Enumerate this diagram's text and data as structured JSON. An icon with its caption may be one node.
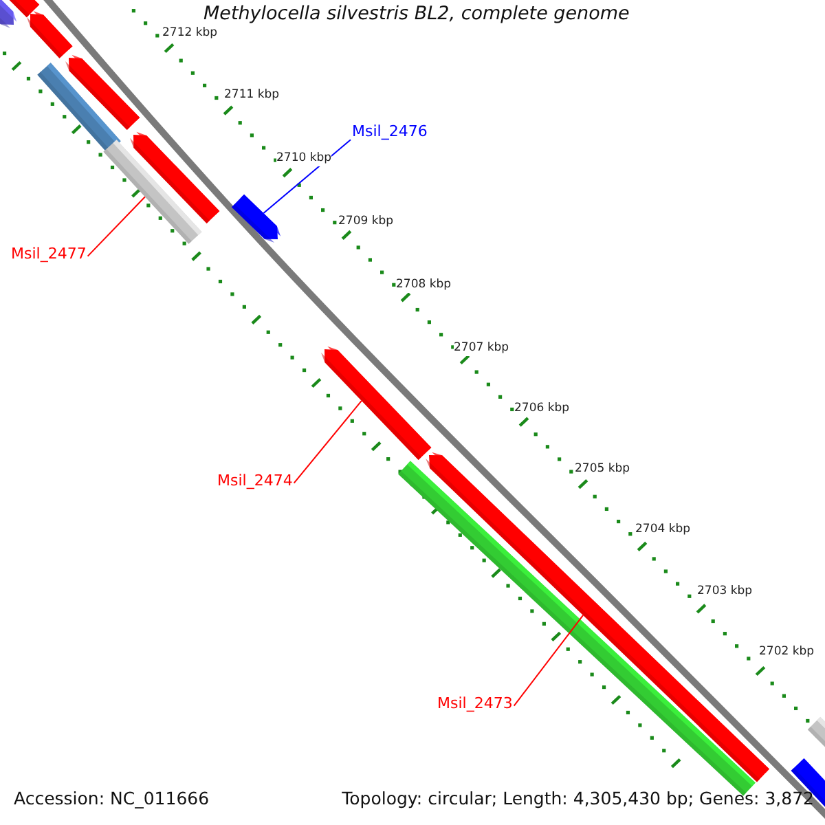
{
  "diagram": {
    "title": "Methylocella silvestris BL2, complete genome",
    "nodes": [
      {
        "text": [],
        "shape": "bar"
      },
      {
        "text": [],
        "shape": "bar"
      },
      {
        "text": [],
        "shape": "bar"
      },
      {
        "text": [],
        "shape": "bar"
      },
      {
        "text": [],
        "shape": "bar"
      },
      {
        "text": [
          "Msil_2476"
        ]
      },
      {
        "text": [],
        "shape": "bar"
      },
      {
        "text": [],
        "shape": "bar"
      },
      {
        "text": [],
        "shape": "bar"
      },
      {
        "text": [
          "Msil_2477"
        ]
      },
      {
        "text": [],
        "shape": "bar"
      },
      {
        "text": [],
        "shape": "bar"
      },
      {
        "text": [],
        "shape": "bar"
      },
      {
        "text": [
          "Msil_2474"
        ]
      },
      {
        "text": [
          "Msil_2473"
        ]
      },
      {
        "text": [],
        "shape": "bar"
      },
      {
        "text": [],
        "shape": "bar"
      }
    ],
    "edges": [
      {
        "from": 5,
        "to": 8,
        "arrow": "none",
        "color": "#0000ff"
      },
      {
        "from": 9,
        "to": 7,
        "arrow": "none"
      },
      {
        "from": 13,
        "to": 10,
        "arrow": "none"
      },
      {
        "from": 14,
        "to": 12,
        "arrow": "none"
      }
    ],
    "labels": [
      "2712 kbp",
      "2711 kbp",
      "2710 kbp",
      "2709 kbp",
      "2708 kbp",
      "2707 kbp",
      "2706 kbp",
      "2705 kbp",
      "2704 kbp",
      "2703 kbp",
      "2702 kbp",
      "Accession: NC_011666",
      "Topology: circular; Length: 4,305,430 bp; Genes: 3,872"
    ]
  }
}
